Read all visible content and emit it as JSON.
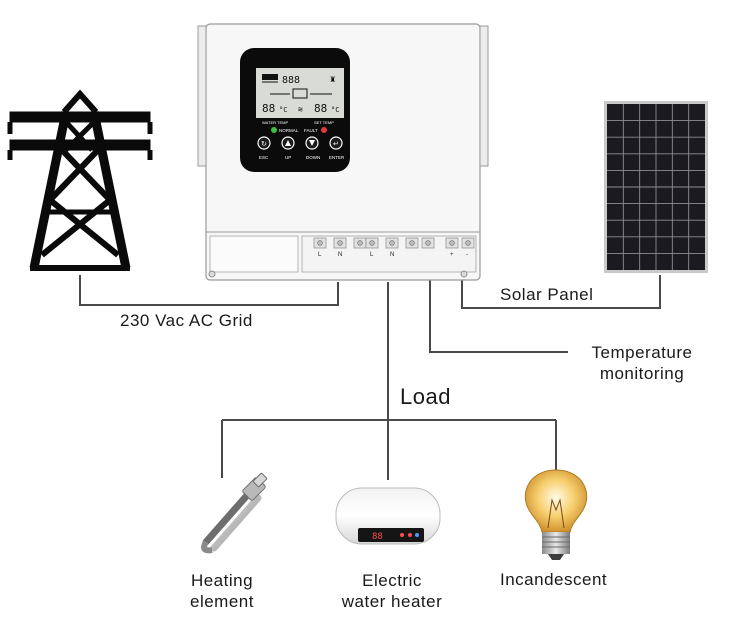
{
  "labels": {
    "grid": "230 Vac AC Grid",
    "solar": "Solar Panel",
    "temperature": [
      "Temperature",
      "monitoring"
    ],
    "load": "Load",
    "heating": [
      "Heating",
      "element"
    ],
    "water_heater": [
      "Electric",
      "water heater"
    ],
    "incandescent": "Incandescent"
  },
  "device": {
    "lcd_top": "888",
    "lcd_left_temp": "88",
    "lcd_right_temp": "88",
    "lcd_unit": "°C",
    "status_normal": "NORMAL",
    "status_fault": "FAULT",
    "caption_left": "WATER TEMP",
    "caption_right": "SET TEMP",
    "buttons": [
      "ESC",
      "UP",
      "DOWN",
      "ENTER"
    ],
    "terminals": [
      "L",
      "N",
      "L",
      "N",
      "+",
      "-"
    ]
  },
  "heater_display": "88",
  "colors": {
    "line": "#4a4a4a",
    "device_body": "#f7f7f7",
    "panel_bg": "#0b0b0b",
    "lcd": "#d9dcd6",
    "normal_led": "#3fbf3f",
    "fault_led": "#e03a3a"
  }
}
